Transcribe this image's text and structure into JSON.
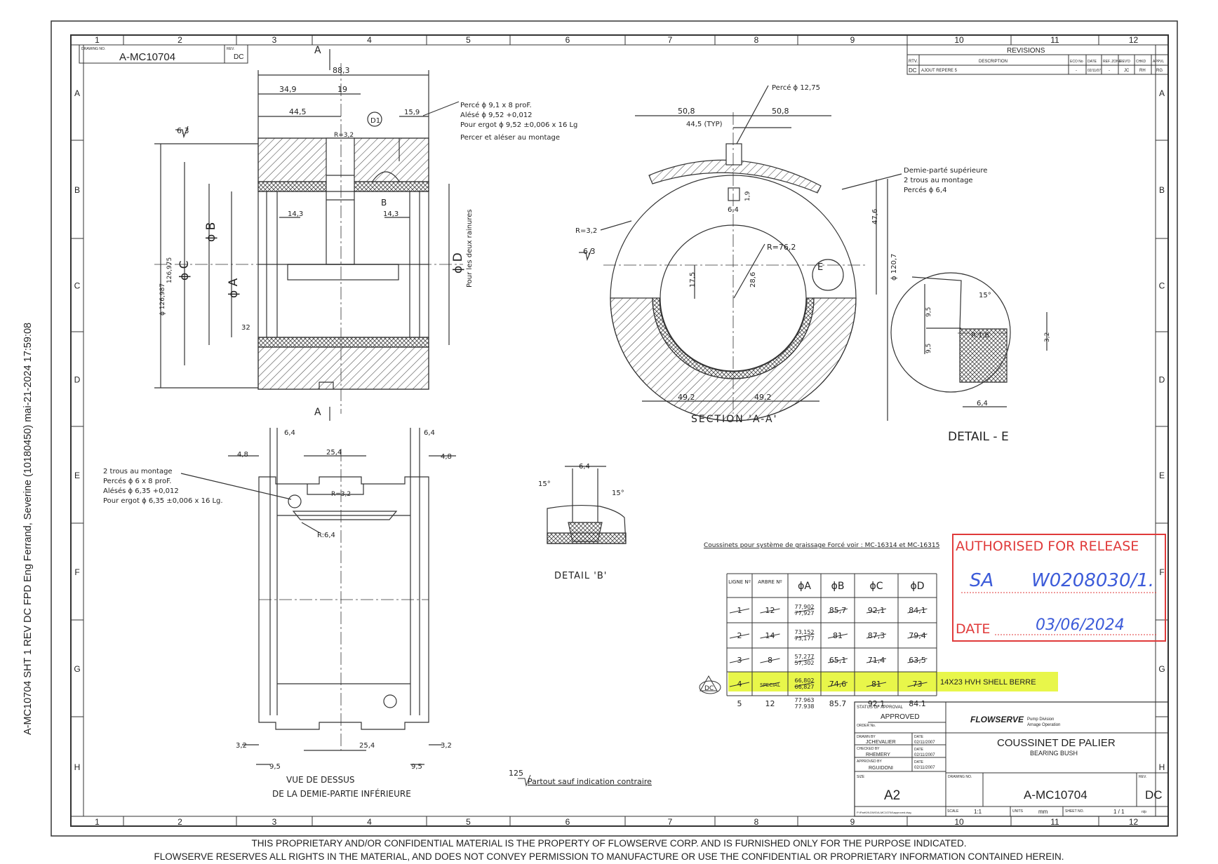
{
  "side_stamp": "A-MC10704 SHT 1 REV DC FPD Eng  Ferrand, Severine (10180450)  mai-21-2024 17:59:08",
  "footer": {
    "line1": "THIS PROPRIETARY AND/OR CONFIDENTIAL MATERIAL IS THE PROPERTY OF FLOWSERVE CORP. AND IS FURNISHED ONLY FOR THE PURPOSE INDICATED.",
    "line2": "FLOWSERVE RESERVES ALL RIGHTS IN THE MATERIAL, AND DOES NOT CONVEY PERMISSION TO MANUFACTURE OR USE THE CONFIDENTIAL OR PROPRIETARY INFORMATION CONTAINED HEREIN."
  },
  "grid": {
    "columns": [
      "1",
      "2",
      "3",
      "4",
      "5",
      "6",
      "7",
      "8",
      "9",
      "10",
      "11",
      "12"
    ],
    "rows": [
      "A",
      "B",
      "C",
      "D",
      "E",
      "F",
      "G",
      "H"
    ]
  },
  "header_box": {
    "drawing_no_label": "DRAWING NO.",
    "drawing_no": "A-MC10704",
    "rev_label": "REV.",
    "rev": "DC"
  },
  "revisions": {
    "title": "REVISIONS",
    "headers": [
      "RTV.",
      "DESCRIPTION",
      "ECO No",
      "DATE",
      "REF. ZONE",
      "REV'D",
      "CHKD",
      "APPVL"
    ],
    "row": [
      "DC",
      "AJOUT REPERE 5",
      "-",
      "02/11/07",
      "-",
      "JC",
      "RH",
      "RG"
    ]
  },
  "section_view": {
    "label_a": "A",
    "dims": [
      "88,3",
      "34,9",
      "19",
      "44,5",
      "15,9",
      "14,3",
      "14,3",
      "R=3,2",
      "B",
      "32"
    ],
    "roughness": "6,3",
    "dia_c": "ϕ C",
    "dia_b": "ϕ B",
    "dia_a": "ϕ A",
    "dia_d": "ϕ D",
    "dia_outer": "ϕ 126,987\n126,975",
    "d_note": "Pour les deux rainures",
    "note": [
      "Percé ϕ 9,1 x 8 proF.",
      "Alésé ϕ 9,52 +0,012",
      "Pour ergot ϕ 9,52 ±0,006 x 16 Lg",
      "Percer et aléser au montage"
    ],
    "ref": "D1"
  },
  "section_aa": {
    "title": "SECTION 'A-A'",
    "dims": [
      "50,8",
      "44,5 (TYP)",
      "50,8",
      "Percé ϕ 12,75",
      "R=3,2",
      "6,4",
      "1,9",
      "R=76,2",
      "47,6",
      "ϕ 120,7",
      "17,5",
      "28,6",
      "49,2",
      "49,2",
      "E",
      "6,3"
    ],
    "note": [
      "Demie-parté supérieure",
      "2 trous au montage",
      "Percés ϕ 6,4"
    ]
  },
  "detail_e": {
    "title": "DETAIL - E",
    "dims": [
      "15°",
      "9,5",
      "9,5",
      "R:1,6",
      "3,2",
      "6,4"
    ]
  },
  "detail_b": {
    "title": "DETAIL 'B'",
    "dims": [
      "6,4",
      "15°",
      "15°"
    ]
  },
  "top_view": {
    "title1": "VUE DE DESSUS",
    "title2": "DE LA DEMIE-PARTIE INFÉRIEURE",
    "dims": [
      "6,4",
      "6,4",
      "4,8",
      "4,8",
      "25,4",
      "R=3,2",
      "R:6,4",
      "3,2",
      "3,2",
      "25,4",
      "9,5",
      "9,5"
    ],
    "note": [
      "2 trous au montage",
      "Percés ϕ 6 x 8 proF.",
      "Alésés ϕ 6,35 +0,012",
      "Pour ergot ϕ 6,35 ±0,006 x 16 Lg."
    ]
  },
  "general_note": {
    "num": "125",
    "text": "Partout sauf indication contraire"
  },
  "table_note": "Coussinets pour système de graissage Forcé voir : MC-16314 et MC-16315",
  "size_table": {
    "headers": [
      "LIGNE Nº",
      "ARBRE Nº",
      "ϕA",
      "ϕB",
      "ϕC",
      "ϕD"
    ],
    "rows": [
      [
        "1",
        "12",
        "77,902\n77,927",
        "85,7",
        "92,1",
        "84,1"
      ],
      [
        "2",
        "14",
        "73,152\n73,177",
        "81",
        "87,3",
        "79,4"
      ],
      [
        "3",
        "8",
        "57,277\n57,302",
        "65,1",
        "71,4",
        "63,5"
      ],
      [
        "4",
        "SPECIAL",
        "66,802\n66,827",
        "74,6",
        "81",
        "73"
      ],
      [
        "5",
        "12",
        "77.963\n77.938",
        "85.7",
        "92.1",
        "84.1"
      ]
    ],
    "highlight_note": "14X23 HVH SHELL BERRE",
    "rev_marker": "DC"
  },
  "stamp": {
    "title": "AUTHORISED FOR RELEASE",
    "sig": "W0208030/1.",
    "sig_initials": "SA",
    "date_label": "DATE",
    "date": "03/06/2024",
    "color": "#e03a3a"
  },
  "title_block": {
    "status_label": "STATUS OF APPROVAL",
    "status": "APPROVED",
    "order_label": "ORDER No.",
    "logo": "FLOWSERVE",
    "division": [
      "Pump Division",
      "Arnage Operation"
    ],
    "drawn_label": "DRAWN BY",
    "drawn": "JCHEVALIER",
    "drawn_date": "02/11/2007",
    "checked_label": "CHECKED BY",
    "checked": "RHEMERY",
    "checked_date": "02/11/2007",
    "approved_label": "APPROVED BY",
    "approved": "RGUIDONI",
    "approved_date": "02/11/2007",
    "date_label": "DATE",
    "title_fr": "COUSSINET DE PALIER",
    "title_en": "BEARING BUSH",
    "size_label": "SIZE",
    "size": "A2",
    "dwg_label": "DRAWING NO.",
    "dwg": "A-MC10704",
    "rev_label": "REV.",
    "rev": "DC",
    "scale_label": "SCALE",
    "scale": "1:1",
    "units_label": "UNITS",
    "units": "mm",
    "sheet_label": "SHEET NO.",
    "sheet": "1 / 1",
    "sheet_suffix": "n/p",
    "file": "P:\\Part\\09-DWG\\A-MC10704\\approved.dwg"
  }
}
